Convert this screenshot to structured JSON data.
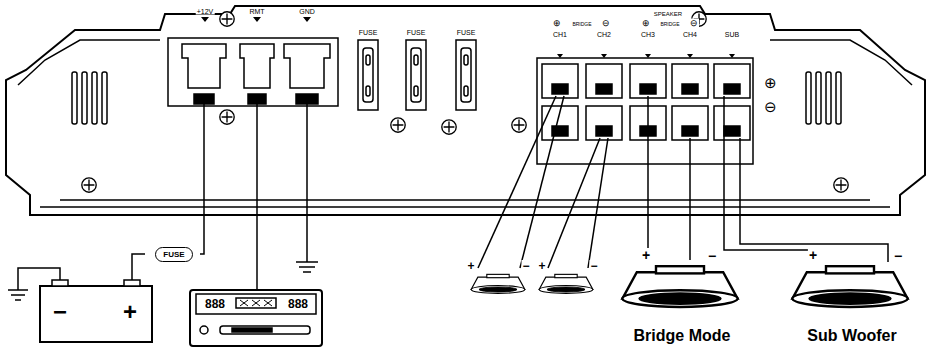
{
  "diagram": {
    "nodes": [
      {
        "text": [
          "FUSE"
        ]
      }
    ],
    "labels": [
      "+12V",
      "RMT",
      "GND",
      "FUSE",
      "FUSE",
      "FUSE",
      "SPEAKER",
      "⊕",
      "BRIDGE",
      "⊖",
      "⊕",
      "BRIDGE",
      "⊖",
      "CH1",
      "CH2",
      "CH3",
      "CH4",
      "SUB",
      "⊕",
      "⊖",
      "−",
      "+",
      "888",
      "888",
      "+",
      "−",
      "+",
      "−",
      "+",
      "−",
      "+",
      "−",
      "Bridge Mode",
      "Sub Woofer"
    ]
  }
}
